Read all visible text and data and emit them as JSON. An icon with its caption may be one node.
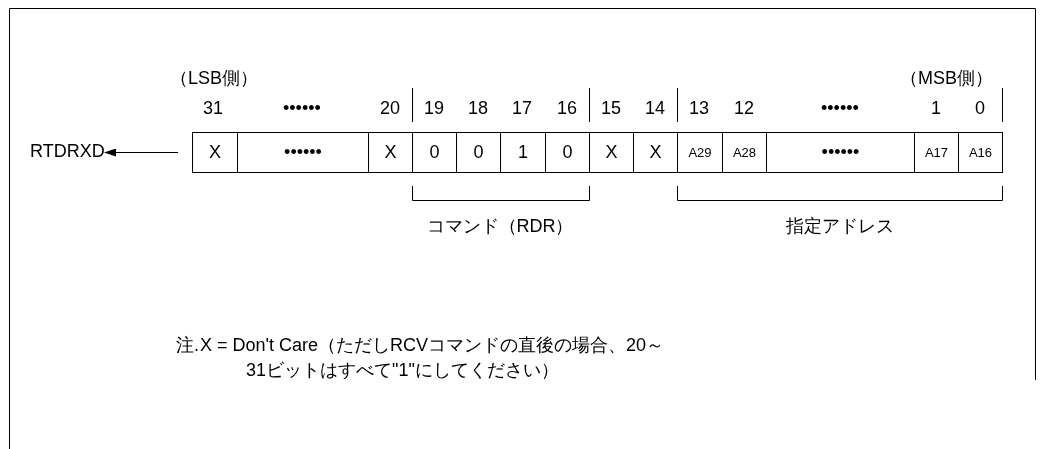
{
  "diagram": {
    "nodes": [
      {
        "text": [
          "RTDRXD"
        ]
      },
      {
        "text": [
          "X"
        ]
      },
      {
        "text": [
          "••••••"
        ]
      },
      {
        "text": [
          "X"
        ]
      },
      {
        "text": [
          "0"
        ]
      },
      {
        "text": [
          "0"
        ]
      },
      {
        "text": [
          "1"
        ]
      },
      {
        "text": [
          "0"
        ]
      },
      {
        "text": [
          "X"
        ]
      },
      {
        "text": [
          "X"
        ]
      },
      {
        "text": [
          "A29"
        ]
      },
      {
        "text": [
          "A28"
        ]
      },
      {
        "text": [
          "••••••"
        ]
      },
      {
        "text": [
          "A17"
        ]
      },
      {
        "text": [
          "A16"
        ]
      }
    ],
    "edges": [
      {
        "from": 1,
        "to": 0,
        "arrow": "to"
      }
    ],
    "labels": [
      "（LSB側）",
      "（MSB側）",
      "31",
      "••••••",
      "20",
      "19",
      "18",
      "17",
      "16",
      "15",
      "14",
      "13",
      "12",
      "••••••",
      "1",
      "0",
      "コマンド（RDR）",
      "指定アドレス",
      "注.",
      "X = Don't Care（ただしRCVコマンドの直後の場合、20～31ビットはすべて\"1\"にしてください）"
    ]
  }
}
